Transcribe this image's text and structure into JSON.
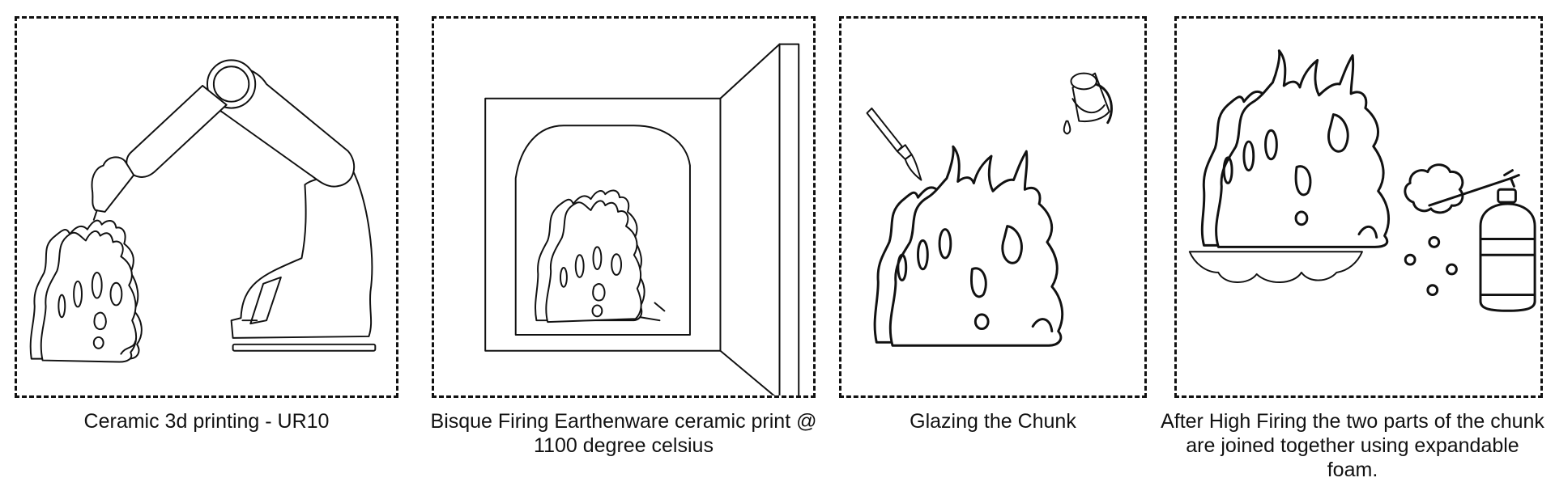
{
  "steps": [
    {
      "caption": "Ceramic 3d printing - UR10"
    },
    {
      "caption": "Bisque Firing Earthenware ceramic print @ 1100 degree celsius"
    },
    {
      "caption": "Glazing the Chunk"
    },
    {
      "caption": "After High Firing the two parts of the chunk are joined together using expandable foam."
    }
  ],
  "colors": {
    "line": "#111111",
    "background": "#ffffff"
  },
  "icons": [
    "robot-arm-icon",
    "ceramic-chunk-icon",
    "kiln-icon",
    "paintbrush-icon",
    "glaze-bucket-icon",
    "foam-spray-can-icon",
    "foam-cloud-icon"
  ]
}
